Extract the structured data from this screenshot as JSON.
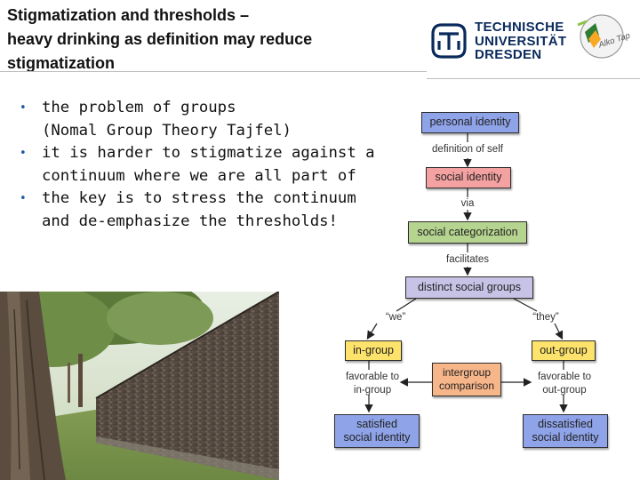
{
  "slide": {
    "title_lines": [
      "Stigmatization and thresholds –",
      "heavy drinking as definition may reduce",
      "stigmatization"
    ],
    "bullets": [
      "the problem of groups",
      "(Nomal Group Theory Tajfel)",
      "it is harder to stigmatize against a",
      "continuum where we are all part of",
      "the key is to stress the continuum",
      "and de-emphasize the thresholds!"
    ]
  },
  "logo": {
    "line1": "TECHNISCHE",
    "line2": "UNIVERSITÄT",
    "line3": "DRESDEN",
    "badge_text": "Alko Tap"
  },
  "diagram": {
    "personal_identity": "personal identity",
    "definition_of_self": "definition of self",
    "social_identity": "social identity",
    "via": "via",
    "social_categorization": "social categorization",
    "facilitates": "facilitates",
    "distinct_social_groups": "distinct social groups",
    "we": "“we”",
    "they": "“they”",
    "in_group": "in-group",
    "out_group": "out-group",
    "favorable_in_1": "favorable to",
    "favorable_in_2": "in-group",
    "favorable_out_1": "favorable to",
    "favorable_out_2": "out-group",
    "intergroup_1": "intergroup",
    "intergroup_2": "comparison",
    "satisfied_1": "satisfied",
    "satisfied_2": "social identity",
    "dissatisfied_1": "dissatisfied",
    "dissatisfied_2": "social identity"
  },
  "colors": {
    "box_blue": "#8fa3e8",
    "box_pink": "#f4a1a1",
    "box_green": "#b5d48f",
    "box_lavender": "#c7c3e6",
    "box_yellow": "#fde36b",
    "box_peach": "#f7b68a",
    "logo_navy": "#0a2a5c",
    "bullet_blue": "#1f5aa6"
  },
  "icons": {
    "university_logo": "tu-dresden-emblem-icon",
    "badge": "alko-tap-badge-icon",
    "photo": "tree-and-brick-wall-photo"
  }
}
